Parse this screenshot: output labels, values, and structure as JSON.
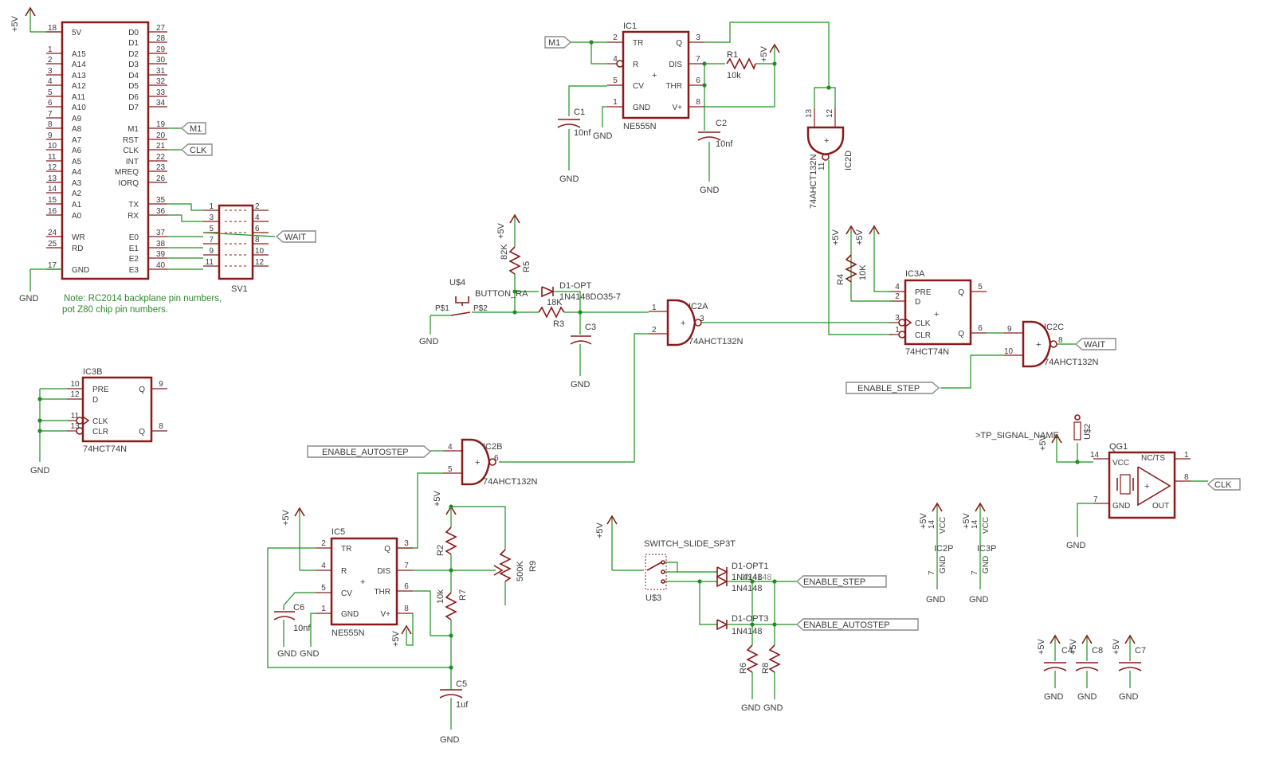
{
  "ic_z80": {
    "left_pins": [
      {
        "num": "18",
        "name": "5V"
      },
      {
        "num": "1",
        "name": "A15"
      },
      {
        "num": "2",
        "name": "A14"
      },
      {
        "num": "3",
        "name": "A13"
      },
      {
        "num": "4",
        "name": "A12"
      },
      {
        "num": "5",
        "name": "A11"
      },
      {
        "num": "6",
        "name": "A10"
      },
      {
        "num": "7",
        "name": "A9"
      },
      {
        "num": "8",
        "name": "A8"
      },
      {
        "num": "9",
        "name": "A7"
      },
      {
        "num": "10",
        "name": "A6"
      },
      {
        "num": "11",
        "name": "A5"
      },
      {
        "num": "12",
        "name": "A4"
      },
      {
        "num": "13",
        "name": "A3"
      },
      {
        "num": "14",
        "name": "A2"
      },
      {
        "num": "15",
        "name": "A1"
      },
      {
        "num": "16",
        "name": "A0"
      },
      {
        "num": "24",
        "name": "WR"
      },
      {
        "num": "25",
        "name": "RD"
      },
      {
        "num": "17",
        "name": "GND"
      }
    ],
    "right_pins": [
      {
        "num": "27",
        "name": "D0"
      },
      {
        "num": "28",
        "name": "D1"
      },
      {
        "num": "29",
        "name": "D2"
      },
      {
        "num": "30",
        "name": "D3"
      },
      {
        "num": "31",
        "name": "D4"
      },
      {
        "num": "32",
        "name": "D5"
      },
      {
        "num": "33",
        "name": "D6"
      },
      {
        "num": "34",
        "name": "D7"
      },
      {
        "num": "19",
        "name": "M1"
      },
      {
        "num": "20",
        "name": "RST"
      },
      {
        "num": "21",
        "name": "CLK"
      },
      {
        "num": "22",
        "name": "INT"
      },
      {
        "num": "23",
        "name": "MREQ"
      },
      {
        "num": "26",
        "name": "IORQ"
      },
      {
        "num": "35",
        "name": "TX"
      },
      {
        "num": "36",
        "name": "RX"
      },
      {
        "num": "37",
        "name": "E0"
      },
      {
        "num": "38",
        "name": "E1"
      },
      {
        "num": "39",
        "name": "E2"
      },
      {
        "num": "40",
        "name": "E3"
      }
    ],
    "supply": "+5V",
    "gnd": "GND",
    "note_line1": "Note: RC2014 backplane pin numbers,",
    "note_line2": "pot Z80 chip pin numbers."
  },
  "sv1": {
    "name": "SV1",
    "left_nums": [
      "1",
      "3",
      "5",
      "7",
      "9",
      "11"
    ],
    "right_nums": [
      "2",
      "4",
      "6",
      "8",
      "10",
      "12"
    ]
  },
  "labels": {
    "m1_a": "M1",
    "m1_b": "M1",
    "clk_a": "CLK",
    "clk_b": "CLK",
    "wait_a": "WAIT",
    "wait_b": "WAIT",
    "enable_step_a": "ENABLE_STEP",
    "enable_step_b": "ENABLE_STEP",
    "enable_autostep_a": "ENABLE_AUTOSTEP",
    "enable_autostep_b": "ENABLE_AUTOSTEP",
    "tp_signal": ">TP_SIGNAL_NAME"
  },
  "ic1": {
    "name": "IC1",
    "value": "NE555N",
    "pins_left": [
      {
        "num": "2",
        "name": "TR"
      },
      {
        "num": "4",
        "name": "R"
      },
      {
        "num": "5",
        "name": "CV"
      },
      {
        "num": "1",
        "name": "GND"
      }
    ],
    "pins_right": [
      {
        "num": "3",
        "name": "Q"
      },
      {
        "num": "7",
        "name": "DIS"
      },
      {
        "num": "6",
        "name": "THR"
      },
      {
        "num": "8",
        "name": "V+"
      }
    ]
  },
  "ic5": {
    "name": "IC5",
    "value": "NE555N",
    "pins_left": [
      {
        "num": "2",
        "name": "TR"
      },
      {
        "num": "4",
        "name": "R"
      },
      {
        "num": "5",
        "name": "CV"
      },
      {
        "num": "1",
        "name": "GND"
      }
    ],
    "pins_right": [
      {
        "num": "3",
        "name": "Q"
      },
      {
        "num": "7",
        "name": "DIS"
      },
      {
        "num": "6",
        "name": "THR"
      },
      {
        "num": "8",
        "name": "V+"
      }
    ]
  },
  "ic3a": {
    "name": "IC3A",
    "value": "74HCT74N",
    "pins_left": [
      {
        "num": "4",
        "name": "PRE"
      },
      {
        "num": "2",
        "name": "D"
      },
      {
        "num": "3",
        "name": "CLK"
      },
      {
        "num": "1",
        "name": "CLR"
      }
    ],
    "pins_right": [
      {
        "num": "5",
        "name": "Q"
      },
      {
        "num": "6",
        "name": "Q"
      }
    ]
  },
  "ic3b": {
    "name": "IC3B",
    "value": "74HCT74N",
    "pins_left": [
      {
        "num": "10",
        "name": "PRE"
      },
      {
        "num": "12",
        "name": "D"
      },
      {
        "num": "11",
        "name": "CLK"
      },
      {
        "num": "13",
        "name": "CLR"
      }
    ],
    "pins_right": [
      {
        "num": "9",
        "name": "Q"
      },
      {
        "num": "8",
        "name": "Q"
      }
    ]
  },
  "gates": {
    "ic2a": {
      "name": "IC2A",
      "value": "74AHCT132N",
      "in1": "1",
      "in2": "2",
      "out": "3"
    },
    "ic2b": {
      "name": "IC2B",
      "value": "74AHCT132N",
      "in1": "4",
      "in2": "5",
      "out": "6"
    },
    "ic2c": {
      "name": "IC2C",
      "value": "74AHCT132N",
      "in1": "9",
      "in2": "10",
      "out": "8"
    },
    "ic2d": {
      "name": "IC2D",
      "value": "74AHCT132N",
      "in1": "13",
      "in2": "12",
      "out": "11"
    }
  },
  "passives": {
    "r1": {
      "name": "R1",
      "value": "10k"
    },
    "r2": {
      "name": "R2",
      "value": ""
    },
    "r3": {
      "name": "R3",
      "value": "18K"
    },
    "r4": {
      "name": "R4",
      "value": "10K"
    },
    "r5": {
      "name": "R5",
      "value": "82K"
    },
    "r6": {
      "name": "R6",
      "value": ""
    },
    "r7": {
      "name": "R7",
      "value": "10k"
    },
    "r8": {
      "name": "R8",
      "value": ""
    },
    "r9": {
      "name": "R9",
      "value": "500K"
    },
    "c1": {
      "name": "C1",
      "value": "10nf"
    },
    "c2": {
      "name": "C2",
      "value": "10nf"
    },
    "c3": {
      "name": "C3",
      "value": ""
    },
    "c4": {
      "name": "C4",
      "value": ""
    },
    "c5": {
      "name": "C5",
      "value": "1uf"
    },
    "c6": {
      "name": "C6",
      "value": "10nf"
    },
    "c7": {
      "name": "C7",
      "value": ""
    },
    "c8": {
      "name": "C8",
      "value": ""
    }
  },
  "button": {
    "name": "U$4",
    "value": "BUTTON_RA",
    "p1": "P$1",
    "p2": "P$2"
  },
  "diode_opt": {
    "name": "D1-OPT",
    "value": "1N4148DO35-7"
  },
  "switch": {
    "name": "U$3",
    "value": "SWITCH_SLIDE_SP3T"
  },
  "diode_opt1": {
    "name": "D1-OPT1",
    "value": "1N4148"
  },
  "diode_opt2_overlap": "1N4148",
  "diode_opt3": {
    "name": "D1-OPT3",
    "value": "1N4148"
  },
  "qg1": {
    "name": "QG1",
    "vcc": "VCC",
    "gnd": "GND",
    "nc": "NC/TS",
    "out": "OUT",
    "p14": "14",
    "p7": "7",
    "p1": "1",
    "p8": "8"
  },
  "us2": "U$2",
  "ic2p": {
    "name": "IC2P",
    "p14": "14",
    "p7": "7",
    "vcc": "VCC",
    "gnd": "GND"
  },
  "ic3p": {
    "name": "IC3P",
    "p14": "14",
    "p7": "7",
    "vcc": "VCC",
    "gnd": "GND"
  },
  "supply": "+5V",
  "gnd": "GND"
}
